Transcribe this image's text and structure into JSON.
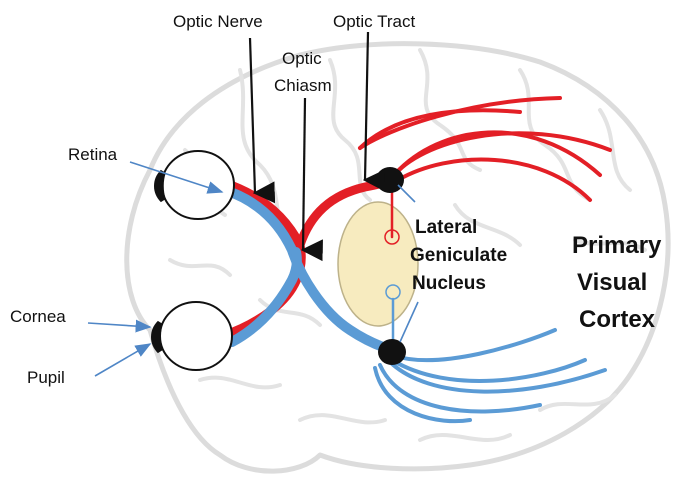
{
  "labels": {
    "optic_nerve": "Optic Nerve",
    "optic_tract": "Optic Tract",
    "optic_chiasm_line1": "Optic",
    "optic_chiasm_line2": "Chiasm",
    "retina": "Retina",
    "cornea": "Cornea",
    "pupil": "Pupil",
    "lgn_line1": "Lateral",
    "lgn_line2": "Geniculate",
    "lgn_line3": "Nucleus",
    "cortex_line1": "Primary",
    "cortex_line2": "Visual",
    "cortex_line3": "Cortex"
  },
  "colors": {
    "right_pathway": "#e31f26",
    "left_pathway": "#5b9bd5",
    "lgn_fill": "#f7ebbf",
    "brain_outline": "#dcdcdc",
    "pointer": "#111111"
  }
}
